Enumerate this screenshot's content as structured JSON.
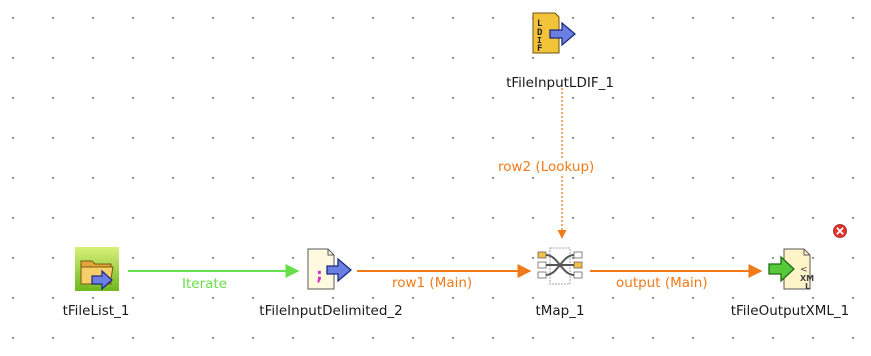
{
  "components": {
    "tFileList_1": {
      "label": "tFileList_1",
      "icon": "folder-list-icon"
    },
    "tFileInputDelimited_2": {
      "label": "tFileInputDelimited_2",
      "icon": "file-input-delimited-icon"
    },
    "tMap_1": {
      "label": "tMap_1",
      "icon": "map-icon"
    },
    "tFileOutputXML_1": {
      "label": "tFileOutputXML_1",
      "icon": "file-output-xml-icon"
    },
    "tFileInputLDIF_1": {
      "label": "tFileInputLDIF_1",
      "icon": "file-input-ldif-icon"
    }
  },
  "links": {
    "iterate": {
      "label": "Iterate",
      "color": "#66e04a"
    },
    "row1": {
      "label": "row1 (Main)",
      "color": "#f07a1a"
    },
    "output": {
      "label": "output (Main)",
      "color": "#f07a1a"
    },
    "row2": {
      "label": "row2 (Lookup)",
      "color": "#f07a1a"
    }
  },
  "error_badge": {
    "icon": "error-icon",
    "color": "#e0342a"
  }
}
